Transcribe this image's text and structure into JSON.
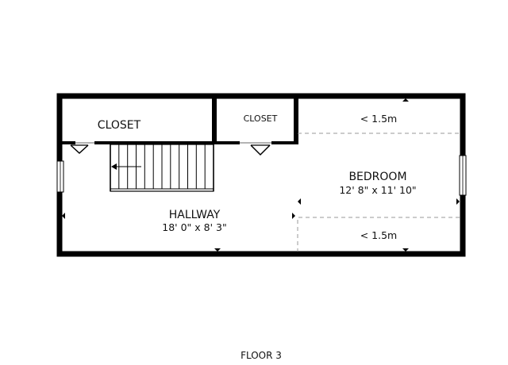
{
  "floorplan": {
    "floor_label": "FLOOR 3",
    "rooms": {
      "closet_left": {
        "name": "CLOSET"
      },
      "closet_right": {
        "name": "CLOSET"
      },
      "bedroom": {
        "name": "BEDROOM",
        "dimensions": "12' 8\" x 11' 10\""
      },
      "hallway": {
        "name": "HALLWAY",
        "dimensions": "18' 0\" x 8' 3\""
      }
    },
    "ceiling_notes": {
      "upper": "< 1.5m",
      "lower": "< 1.5m"
    }
  },
  "colors": {
    "wall": "#000000",
    "background": "#ffffff",
    "dashed": "#9a9a9a",
    "window": "#bbbbbb"
  }
}
